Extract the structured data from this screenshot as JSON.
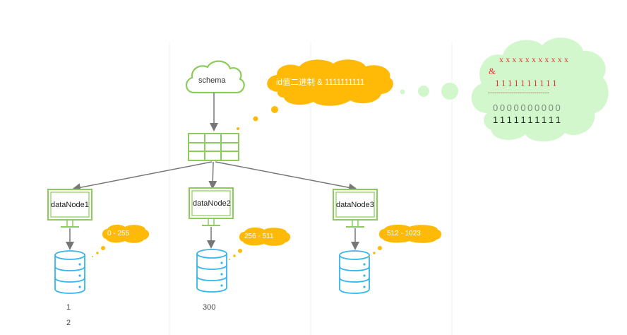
{
  "diagram": {
    "schema": {
      "label": "schema"
    },
    "rule_cloud": {
      "text": "id值二进制 & 1111111111"
    },
    "binary_cloud": {
      "row1": "xxxxxxxxxxx",
      "operator": "&",
      "row2": "1111111111",
      "divider": "-----------------------------",
      "row3": "0000000000",
      "row4": "1111111111"
    },
    "nodes": [
      {
        "label": "dataNode1",
        "range": "0 - 255",
        "values": [
          "1",
          "2"
        ]
      },
      {
        "label": "dataNode2",
        "range": "256 - 511",
        "values": [
          "300"
        ]
      },
      {
        "label": "dataNode3",
        "range": "512 - 1023",
        "values": []
      }
    ],
    "colors": {
      "green_stroke": "#8ccc5a",
      "orange_cloud": "#ffba08",
      "light_green_cloud": "#d2f7cc",
      "db_blue": "#36b6ea",
      "arrow_gray": "#777777",
      "binary_red": "#e8322e"
    }
  }
}
